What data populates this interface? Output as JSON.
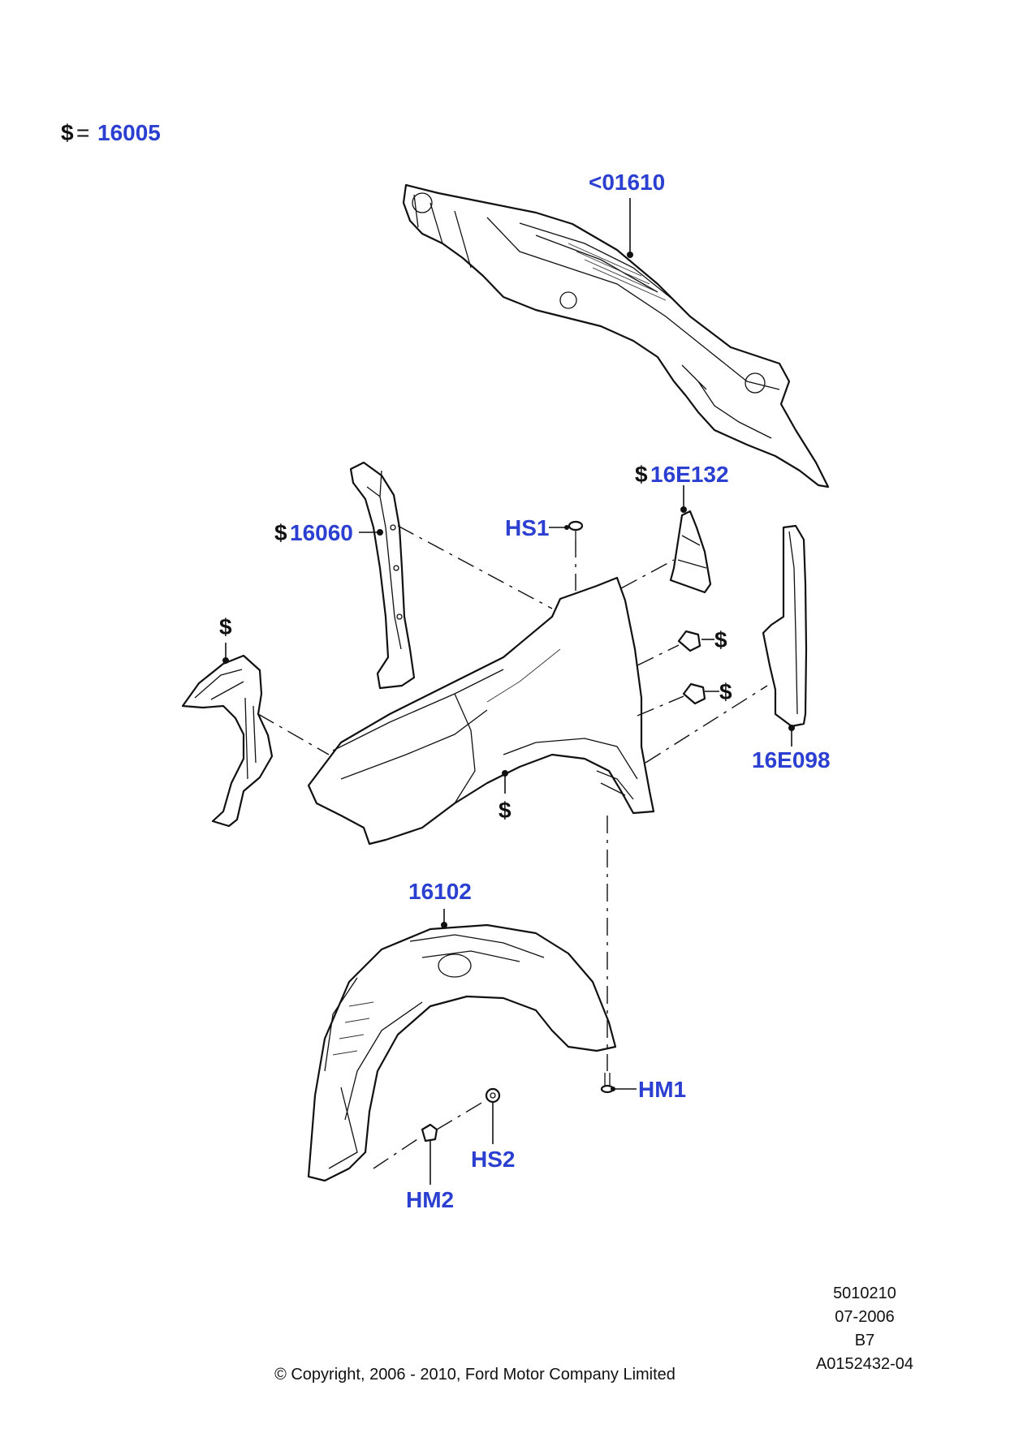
{
  "legend": {
    "symbol": "$",
    "equals": "=",
    "code": "16005"
  },
  "callouts": {
    "dash_panel": "<01610",
    "reinforcement_16060": "16060",
    "bracket_16e132": "16E132",
    "screw_hs1": "HS1",
    "shield_16e098": "16E098",
    "fender_16005_mark": "$",
    "fender_left_bracket": "$",
    "fender_bracket_upper": "$",
    "fender_bracket_lower": "$",
    "splash_shield": "16102",
    "clip_hm1": "HM1",
    "screw_hs2": "HS2",
    "clip_hm2": "HM2",
    "prefix_16060": "$",
    "prefix_16e132": "$"
  },
  "meta": {
    "ref_number": "5010210",
    "date": "07-2006",
    "code_b": "B7",
    "illustration_id": "A0152432-04",
    "copyright": "© Copyright, 2006 - 2010, Ford Motor Company Limited"
  }
}
